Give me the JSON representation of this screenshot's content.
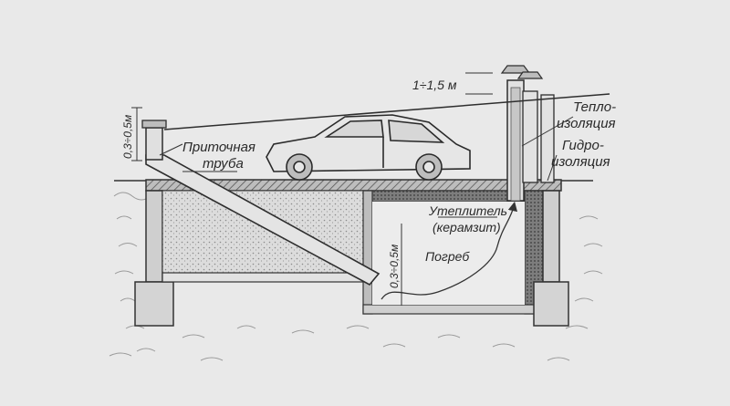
{
  "labels": {
    "supply_pipe_line1": "Приточная",
    "supply_pipe_line2": "труба",
    "thermal_line1": "Тепло-",
    "thermal_line2": "изоляция",
    "hydro_line1": "Гидро-",
    "hydro_line2": "изоляция",
    "insulation_line1": "Утеплитель",
    "insulation_line2": "(керамзит)",
    "cellar": "Погреб",
    "dim_exhaust": "1÷1,5 м",
    "dim_inlet": "0,3÷0,5м",
    "dim_cellar": "0,3÷0,5м"
  },
  "colors": {
    "background": "#e9e9e9",
    "ink": "#2e2e2e",
    "fill_gray": "#c9c9c9",
    "insulation": "#d8d8d8"
  }
}
